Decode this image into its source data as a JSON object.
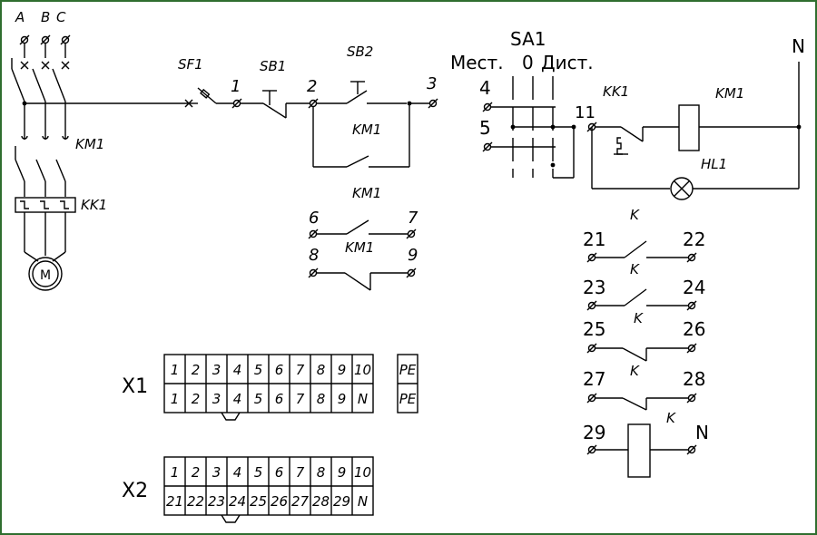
{
  "colors": {
    "frame": "#2f6e2f",
    "line": "#000000",
    "background": "#ffffff"
  },
  "phases": [
    "A",
    "B",
    "C"
  ],
  "labels": {
    "km1_power": "KM1",
    "kk1_power": "KK1",
    "motor": "M",
    "sf1": "SF1",
    "sb1": "SB1",
    "sb2": "SB2",
    "n1": "1",
    "n2": "2",
    "n3": "3",
    "km1_hold": "KM1",
    "km1_aux": "KM1",
    "n6": "6",
    "n7": "7",
    "n8": "8",
    "n9": "9",
    "km1_aux2": "KM1",
    "sa1": "SA1",
    "mode_local": "Мест.",
    "mode_zero": "0",
    "mode_remote": "Дист.",
    "n4": "4",
    "n5": "5",
    "n11": "11",
    "kk1_ctrl": "KK1",
    "km1_coil": "KM1",
    "hl1": "HL1",
    "n_top": "N",
    "k_top": "K",
    "n21": "21",
    "n22": "22",
    "k1": "K",
    "n23": "23",
    "n24": "24",
    "k2": "K",
    "n25": "25",
    "n26": "26",
    "k3": "K",
    "n27": "27",
    "n28": "28",
    "k4": "K",
    "n29": "29",
    "n_bottom": "N"
  },
  "x1": {
    "label": "X1",
    "top": [
      "1",
      "2",
      "3",
      "4",
      "5",
      "6",
      "7",
      "8",
      "9",
      "10"
    ],
    "bottom": [
      "1",
      "2",
      "3",
      "4",
      "5",
      "6",
      "7",
      "8",
      "9",
      "N"
    ],
    "pe_top": "PE",
    "pe_bottom": "PE"
  },
  "x2": {
    "label": "X2",
    "top": [
      "1",
      "2",
      "3",
      "4",
      "5",
      "6",
      "7",
      "8",
      "9",
      "10"
    ],
    "bottom": [
      "21",
      "22",
      "23",
      "24",
      "25",
      "26",
      "27",
      "28",
      "29",
      "N"
    ]
  }
}
